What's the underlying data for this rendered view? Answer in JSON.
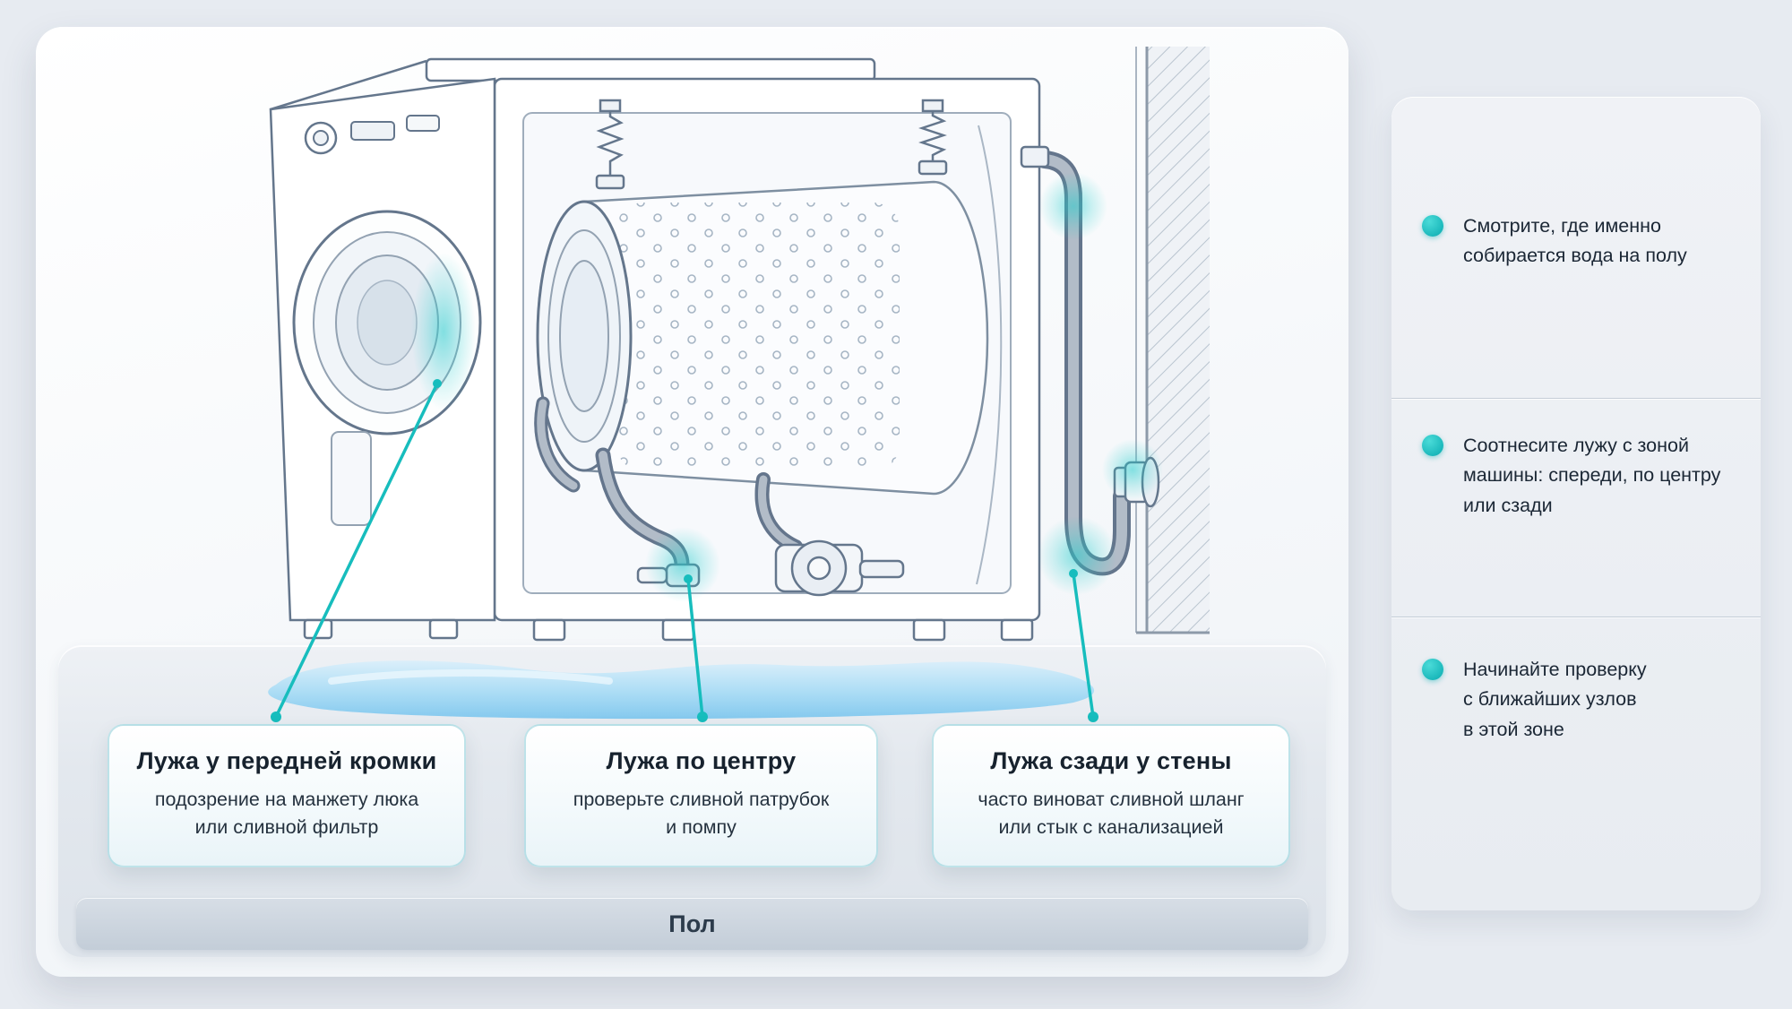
{
  "theme": {
    "accent_teal": "#17bdbd",
    "water_blue": "#8fd0f2",
    "text_dark": "#17222e",
    "panel_bg": "#f3f6f9",
    "page_bg": "#e7ebf1"
  },
  "diagram": {
    "floor_label": "Пол",
    "callouts": [
      {
        "title": "Лужа у передней кромки",
        "desc": "подозрение на манжету люка\nили сливной фильтр"
      },
      {
        "title": "Лужа по центру",
        "desc": "проверьте сливной патрубок\nи помпу"
      },
      {
        "title": "Лужа сзади у стены",
        "desc": "часто виноват сливной шланг\nили стык с канализацией"
      }
    ],
    "highlight_zones": [
      "door-seal-front",
      "drain-elbow-center",
      "drain-hose-top",
      "drain-hose-bottom",
      "wall-connection"
    ]
  },
  "sidebar": {
    "items": [
      {
        "text": "Смотрите, где именно\nсобирается вода на полу"
      },
      {
        "text": "Соотнесите лужу с зоной\nмашины: спереди, по центру\nили сзади"
      },
      {
        "text": "Начинайте проверку\nс ближайших узлов\nв этой зоне"
      }
    ]
  }
}
